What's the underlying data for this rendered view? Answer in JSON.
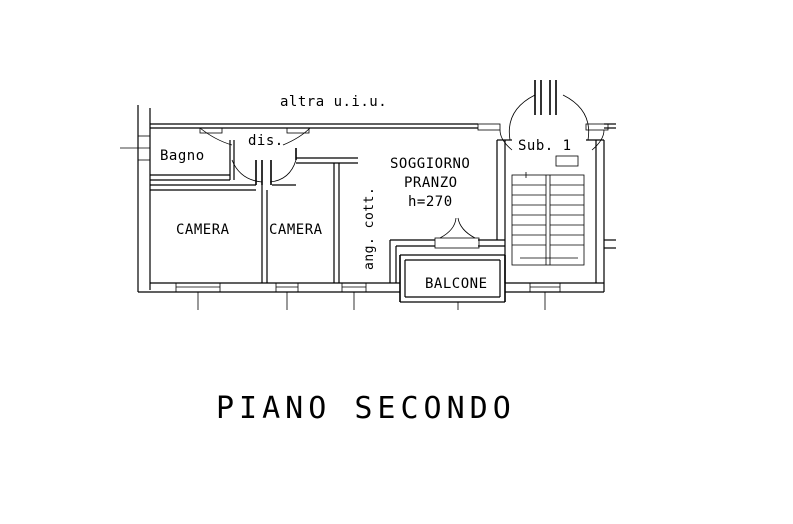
{
  "plan": {
    "title": "PIANO SECONDO",
    "labels": {
      "altra_uiu": "altra u.i.u.",
      "sub1": "Sub. 1",
      "bagno": "Bagno",
      "dis": "dis.",
      "soggiorno": "SOGGIORNO",
      "pranzo": "PRANZO",
      "height": "h=270",
      "camera_1": "CAMERA",
      "camera_2": "CAMERA",
      "ang_cott": "ang. cott.",
      "balcone": "BALCONE"
    }
  }
}
